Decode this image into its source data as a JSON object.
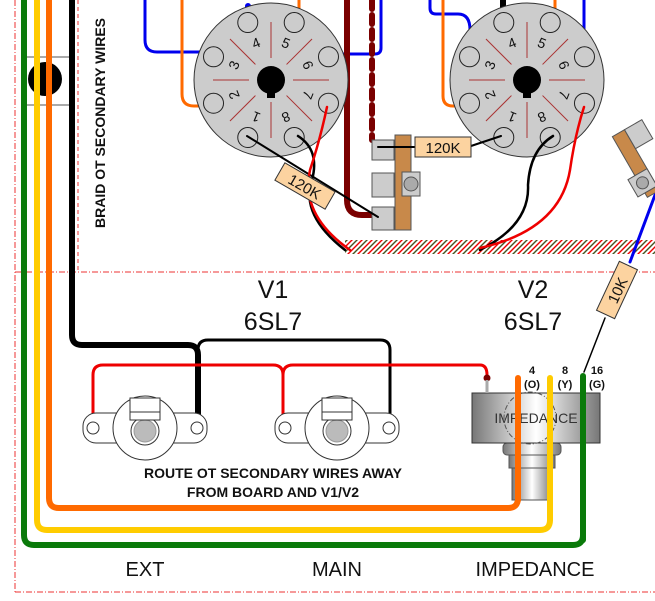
{
  "tubes": [
    {
      "name": "V1",
      "type": "6SL7",
      "pins": [
        "1",
        "2",
        "3",
        "4",
        "5",
        "6",
        "7",
        "8"
      ]
    },
    {
      "name": "V2",
      "type": "6SL7",
      "pins": [
        "1",
        "2",
        "3",
        "4",
        "5",
        "6",
        "7",
        "8"
      ]
    }
  ],
  "resistors": {
    "v1_plate": "120K",
    "v2_plate": "120K",
    "feedback": "10K"
  },
  "impedance_switch": {
    "label": "IMPEDANCE",
    "taps": [
      {
        "ohms": "4",
        "color_code": "(O)"
      },
      {
        "ohms": "8",
        "color_code": "(Y)"
      },
      {
        "ohms": "16",
        "color_code": "(G)"
      }
    ]
  },
  "notes": {
    "braid": "BRAID OT SECONDARY WIRES",
    "route_line1": "ROUTE OT SECONDARY WIRES AWAY",
    "route_line2": "FROM BOARD AND V1/V2"
  },
  "bottom_labels": {
    "ext": "EXT",
    "main": "MAIN",
    "impedance": "IMPEDANCE"
  },
  "colors": {
    "green": "#0a7a0a",
    "yellow": "#ffcc00",
    "orange": "#ff6a00",
    "red": "#ee0000",
    "blue": "#0000ee",
    "maroon": "#7a0000",
    "socket": "#cccccc",
    "resistor": "#fcd3a0",
    "board": "#c8894a"
  }
}
